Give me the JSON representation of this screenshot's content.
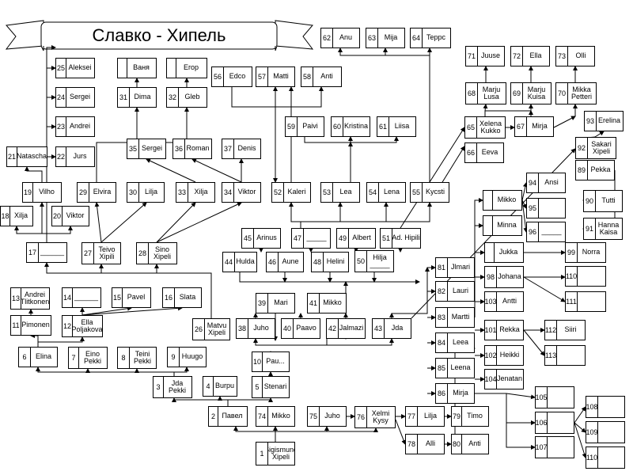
{
  "title": "Славко - Хипель",
  "nodes": [
    {
      "id": "n1",
      "num": "1",
      "name": "Sigismund\nXipeli"
    },
    {
      "id": "n2",
      "num": "2",
      "name": "Павел"
    },
    {
      "id": "n3",
      "num": "3",
      "name": "Jda\nPekki"
    },
    {
      "id": "n4",
      "num": "4",
      "name": "Burpu"
    },
    {
      "id": "n5",
      "num": "5",
      "name": "Stenari"
    },
    {
      "id": "n6",
      "num": "6",
      "name": "Elina"
    },
    {
      "id": "n7",
      "num": "7",
      "name": "Eino\nPekki"
    },
    {
      "id": "n8",
      "num": "8",
      "name": "Teini\nPekki"
    },
    {
      "id": "n9",
      "num": "9",
      "name": "Huugo"
    },
    {
      "id": "n10",
      "num": "10",
      "name": "Pau..."
    },
    {
      "id": "n11",
      "num": "11",
      "name": "Pimonen"
    },
    {
      "id": "n12",
      "num": "12",
      "name": "Ella\nPoljakova"
    },
    {
      "id": "n13",
      "num": "13",
      "name": "Andrei\nTlitkonen"
    },
    {
      "id": "n14",
      "num": "14",
      "name": "______"
    },
    {
      "id": "n15",
      "num": "15",
      "name": "Pavel"
    },
    {
      "id": "n16",
      "num": "16",
      "name": "Slata"
    },
    {
      "id": "n17",
      "num": "17",
      "name": "______"
    },
    {
      "id": "n18",
      "num": "18",
      "name": "Xilja"
    },
    {
      "id": "n19",
      "num": "19",
      "name": "Vilho"
    },
    {
      "id": "n20",
      "num": "20",
      "name": "Viktor"
    },
    {
      "id": "n21",
      "num": "21",
      "name": "Natascha"
    },
    {
      "id": "n22",
      "num": "22",
      "name": "Jurs"
    },
    {
      "id": "n23",
      "num": "23",
      "name": "Andrei"
    },
    {
      "id": "n24",
      "num": "24",
      "name": "Sergei"
    },
    {
      "id": "n25",
      "num": "25",
      "name": "Aleksei"
    },
    {
      "id": "n26",
      "num": "26",
      "name": "Matvu\nXipeli"
    },
    {
      "id": "n27",
      "num": "27",
      "name": "Teivo\nXipili"
    },
    {
      "id": "n28",
      "num": "28",
      "name": "Sino\nXipeli"
    },
    {
      "id": "n29",
      "num": "29",
      "name": "Elvira"
    },
    {
      "id": "n30",
      "num": "30",
      "name": "Lilja"
    },
    {
      "id": "n31",
      "num": "31",
      "name": "Dima"
    },
    {
      "id": "n32",
      "num": "32",
      "name": "Gleb"
    },
    {
      "id": "nVanya",
      "num": "",
      "name": "Ваня"
    },
    {
      "id": "nEgor",
      "num": "",
      "name": "Егор"
    },
    {
      "id": "n33",
      "num": "33",
      "name": "Xilja"
    },
    {
      "id": "n34",
      "num": "34",
      "name": "Viktor"
    },
    {
      "id": "n35",
      "num": "35",
      "name": "Sergei"
    },
    {
      "id": "n36",
      "num": "36",
      "name": "Roman"
    },
    {
      "id": "n37",
      "num": "37",
      "name": "Denis"
    },
    {
      "id": "n38",
      "num": "38",
      "name": "Juho"
    },
    {
      "id": "n39",
      "num": "39",
      "name": "Mari"
    },
    {
      "id": "n40",
      "num": "40",
      "name": "Paavo"
    },
    {
      "id": "n41",
      "num": "41",
      "name": "Mikko"
    },
    {
      "id": "n42",
      "num": "42",
      "name": "Jalmazi"
    },
    {
      "id": "n43",
      "num": "43",
      "name": "Jda"
    },
    {
      "id": "n44",
      "num": "44",
      "name": "Hulda"
    },
    {
      "id": "n45",
      "num": "45",
      "name": "Arinus"
    },
    {
      "id": "n46",
      "num": "46",
      "name": "Aune"
    },
    {
      "id": "n47",
      "num": "47",
      "name": "_____"
    },
    {
      "id": "n48",
      "num": "48",
      "name": "Helini"
    },
    {
      "id": "n49",
      "num": "49",
      "name": "Albert"
    },
    {
      "id": "n50",
      "num": "50",
      "name": "Hilja\n_____"
    },
    {
      "id": "n51",
      "num": "51",
      "name": "Ad. Hipili"
    },
    {
      "id": "n52",
      "num": "52",
      "name": "Kaleri"
    },
    {
      "id": "n53",
      "num": "53",
      "name": "Lea"
    },
    {
      "id": "n54",
      "num": "54",
      "name": "Lena"
    },
    {
      "id": "n55",
      "num": "55",
      "name": "Kycsti"
    },
    {
      "id": "n56",
      "num": "56",
      "name": "Edco"
    },
    {
      "id": "n57",
      "num": "57",
      "name": "Matti"
    },
    {
      "id": "n58",
      "num": "58",
      "name": "Anti"
    },
    {
      "id": "n59",
      "num": "59",
      "name": "Paivi"
    },
    {
      "id": "n60",
      "num": "60",
      "name": "Kristina"
    },
    {
      "id": "n61",
      "num": "61",
      "name": "Liisa"
    },
    {
      "id": "n62",
      "num": "62",
      "name": "Anu"
    },
    {
      "id": "n63",
      "num": "63",
      "name": "Mija"
    },
    {
      "id": "n64",
      "num": "64",
      "name": "Teppc"
    },
    {
      "id": "n65",
      "num": "65",
      "name": "Xelena\nKukko"
    },
    {
      "id": "n66",
      "num": "66",
      "name": "Eeva"
    },
    {
      "id": "n67",
      "num": "67",
      "name": "Mirja"
    },
    {
      "id": "n68",
      "num": "68",
      "name": "Marju\nLusa"
    },
    {
      "id": "n69",
      "num": "69",
      "name": "Marju\nKuisa"
    },
    {
      "id": "n70",
      "num": "70",
      "name": "Mikka\nPetteri"
    },
    {
      "id": "n71",
      "num": "71",
      "name": "Juuse"
    },
    {
      "id": "n72",
      "num": "72",
      "name": "Ella"
    },
    {
      "id": "n73",
      "num": "73",
      "name": "Olli"
    },
    {
      "id": "n74",
      "num": "74",
      "name": "Mikko"
    },
    {
      "id": "n75",
      "num": "75",
      "name": "Juho"
    },
    {
      "id": "n76",
      "num": "76",
      "name": "Xelmi\nKysy"
    },
    {
      "id": "n77",
      "num": "77",
      "name": "Lilja"
    },
    {
      "id": "n78",
      "num": "78",
      "name": "Alli"
    },
    {
      "id": "n79",
      "num": "79",
      "name": "Timo"
    },
    {
      "id": "n80",
      "num": "80",
      "name": "Anti"
    },
    {
      "id": "n81",
      "num": "81",
      "name": "Jlmari"
    },
    {
      "id": "n82",
      "num": "82",
      "name": "Lauri"
    },
    {
      "id": "n83",
      "num": "83",
      "name": "Martti"
    },
    {
      "id": "n84",
      "num": "84",
      "name": "Leea"
    },
    {
      "id": "n85",
      "num": "85",
      "name": "Leena"
    },
    {
      "id": "n86",
      "num": "86",
      "name": "Mirja"
    },
    {
      "id": "nMikko2",
      "num": "",
      "name": "Mikko"
    },
    {
      "id": "nMinna",
      "num": "",
      "name": "Minna"
    },
    {
      "id": "n89",
      "num": "89",
      "name": "Pekka"
    },
    {
      "id": "n90",
      "num": "90",
      "name": "Tutti"
    },
    {
      "id": "n91",
      "num": "91",
      "name": "Hanna\nKaisa"
    },
    {
      "id": "n92",
      "num": "92",
      "name": "Sakari\nXipeli"
    },
    {
      "id": "n93",
      "num": "93",
      "name": "Erelina"
    },
    {
      "id": "n94",
      "num": "94",
      "name": "Ansi"
    },
    {
      "id": "n95",
      "num": "95",
      "name": ""
    },
    {
      "id": "n96",
      "num": "96",
      "name": "_____"
    },
    {
      "id": "nJukka",
      "num": "",
      "name": "Jukka"
    },
    {
      "id": "n98",
      "num": "98",
      "name": "Johana"
    },
    {
      "id": "n99",
      "num": "99",
      "name": "Norra"
    },
    {
      "id": "n101",
      "num": "101",
      "name": "Rekka"
    },
    {
      "id": "n102",
      "num": "102",
      "name": "Heikki"
    },
    {
      "id": "n103",
      "num": "103",
      "name": "Antti"
    },
    {
      "id": "n104",
      "num": "104",
      "name": "Jenatan"
    },
    {
      "id": "n105",
      "num": "105",
      "name": ""
    },
    {
      "id": "n106",
      "num": "106",
      "name": ""
    },
    {
      "id": "n107",
      "num": "107",
      "name": ""
    },
    {
      "id": "n108",
      "num": "108",
      "name": ""
    },
    {
      "id": "n109",
      "num": "109",
      "name": ""
    },
    {
      "id": "n110a",
      "num": "110",
      "name": ""
    },
    {
      "id": "n110b",
      "num": "110",
      "name": ""
    },
    {
      "id": "n111",
      "num": "111",
      "name": ""
    },
    {
      "id": "n112",
      "num": "112",
      "name": "Siiri"
    },
    {
      "id": "n113",
      "num": "113",
      "name": ""
    }
  ]
}
